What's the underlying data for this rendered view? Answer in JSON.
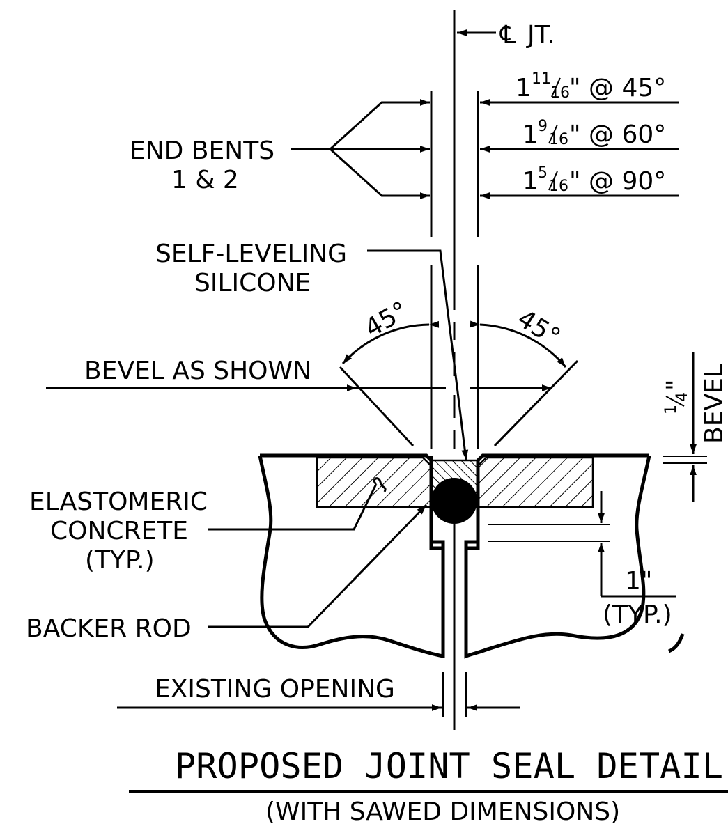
{
  "centerline": {
    "symbol": "℄",
    "label": "JT."
  },
  "widths": [
    {
      "whole": "1",
      "num": "11",
      "den": "16",
      "suffix": "\" @ 45°"
    },
    {
      "whole": "1",
      "num": "9",
      "den": "16",
      "suffix": "\" @ 60°"
    },
    {
      "whole": "1",
      "num": "5",
      "den": "16",
      "suffix": "\" @ 90°"
    }
  ],
  "end_bents": {
    "line1": "END BENTS",
    "line2": "1 & 2"
  },
  "silicone": {
    "line1": "SELF-LEVELING",
    "line2": "SILICONE"
  },
  "angle_left": "45°",
  "angle_right": "45°",
  "bevel_as_shown": "BEVEL AS SHOWN",
  "bevel_dim": {
    "num": "1",
    "den": "4",
    "unit": "\"",
    "label": "BEVEL"
  },
  "elastomeric": {
    "line1": "ELASTOMERIC",
    "line2": "CONCRETE",
    "line3": "(TYP.)"
  },
  "backer_rod": "BACKER ROD",
  "depth_dim": {
    "value": "1\"",
    "note": "(TYP.)"
  },
  "existing_opening": "EXISTING OPENING",
  "title": "PROPOSED JOINT SEAL DETAIL",
  "subtitle": "(WITH SAWED DIMENSIONS)"
}
